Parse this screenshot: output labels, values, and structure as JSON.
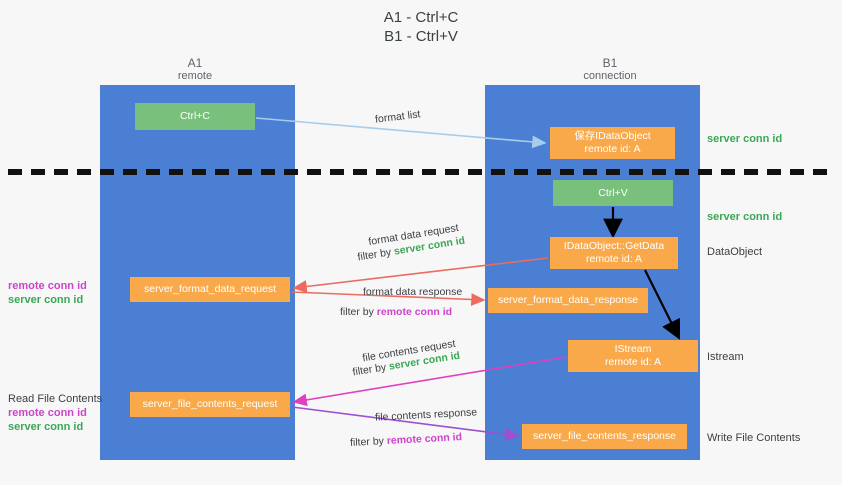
{
  "title": {
    "line1": "A1 - Ctrl+C",
    "line2": "B1 - Ctrl+V"
  },
  "columns": {
    "left": {
      "name": "A1",
      "role": "remote"
    },
    "right": {
      "name": "B1",
      "role": "connection"
    }
  },
  "nodes": {
    "ctrl_c": {
      "label": "Ctrl+C",
      "color": "#79c07c"
    },
    "save_dataobject": {
      "line1": "保存IDataObject",
      "line2": "remote id: A",
      "color": "#f9a94a"
    },
    "ctrl_v": {
      "label": "Ctrl+V",
      "color": "#79c07c"
    },
    "getdata": {
      "line1": "IDataObject::GetData",
      "line2": "remote id: A",
      "color": "#f9a94a"
    },
    "format_data_request": {
      "label": "server_format_data_request",
      "color": "#f9a94a"
    },
    "format_data_response": {
      "label": "server_format_data_response",
      "color": "#f9a94a"
    },
    "istream": {
      "line1": "IStream",
      "line2": "remote id: A",
      "color": "#f9a94a"
    },
    "file_contents_request": {
      "label": "server_file_contents_request",
      "color": "#f9a94a"
    },
    "file_contents_response": {
      "label": "server_file_contents_response",
      "color": "#f9a94a"
    }
  },
  "right_labels": {
    "server_conn_id_1": "server conn id",
    "server_conn_id_2": "server conn id",
    "dataobject": "DataObject",
    "istream": "Istream",
    "write_file_contents": "Write File Contents"
  },
  "left_labels": {
    "remote_conn_id_1": "remote conn id",
    "server_conn_id_1": "server conn id",
    "read_file_contents": "Read File Contents",
    "remote_conn_id_2": "remote conn id",
    "server_conn_id_2": "server conn id"
  },
  "edges": {
    "format_list": "format list",
    "format_data_request": "format data request",
    "format_data_request_filter_prefix": "filter by ",
    "format_data_request_filter_value": "server conn id",
    "format_data_response": "format data response",
    "format_data_response_filter_prefix": "filter by ",
    "format_data_response_filter_value": "remote conn id",
    "file_contents_request": "file contents request",
    "file_contents_request_filter_prefix": "filter by ",
    "file_contents_request_filter_value": "server conn id",
    "file_contents_response": "file contents response",
    "file_contents_response_filter_prefix": "filter by ",
    "file_contents_response_filter_value": "remote conn id"
  },
  "colors": {
    "lane": "#4a7fd4",
    "orange": "#f9a94a",
    "green_node": "#79c07c",
    "green_text": "#3aa757",
    "magenta_text": "#cc44cc",
    "arrow_lightblue": "#a8cdea",
    "arrow_red": "#ec6b5e",
    "arrow_magenta": "#e040c0",
    "arrow_purple": "#9c4fd0",
    "arrow_black": "#000000",
    "divider": "#111111"
  }
}
